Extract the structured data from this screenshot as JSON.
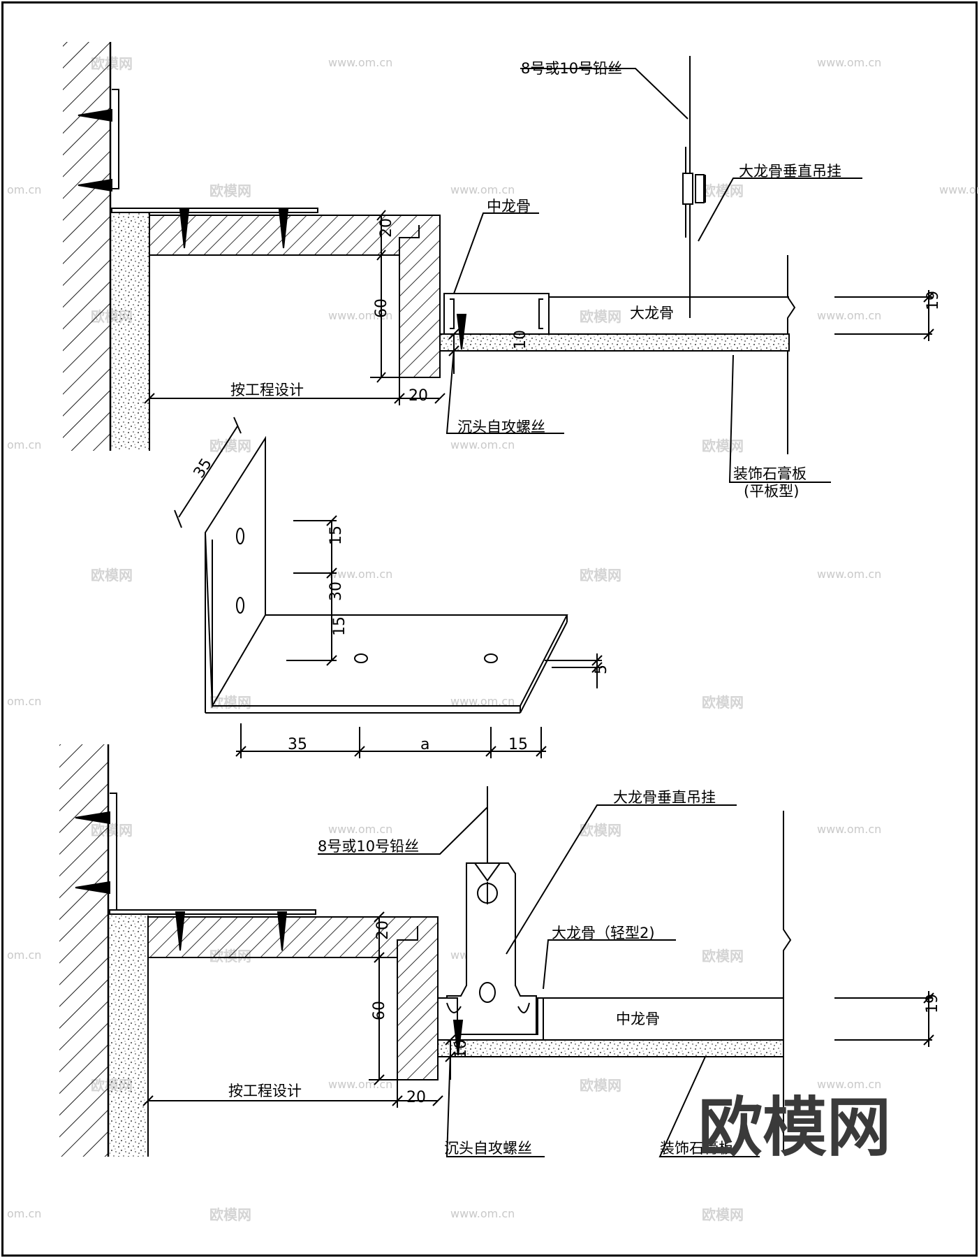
{
  "top": {
    "wire": "8号或10号铅丝",
    "hanger": "大龙骨垂直吊挂",
    "mid_keel": "中龙骨",
    "main_keel": "大龙骨",
    "design": "按工程设计",
    "screw": "沉头自攻螺丝",
    "board": "装饰石膏板",
    "board_type": "(平板型)",
    "d20a": "20",
    "d60": "60",
    "d20b": "20",
    "d10": "10",
    "d19": "19"
  },
  "bracket": {
    "d35a": "35",
    "d15a": "15",
    "d30": "30",
    "d15b": "15",
    "d5": "5",
    "d35b": "35",
    "da": "a",
    "d15c": "15"
  },
  "bottom": {
    "hanger": "大龙骨垂直吊挂",
    "wire": "8号或10号铅丝",
    "main_keel": "大龙骨（轻型2)",
    "mid_keel": "中龙骨",
    "design": "按工程设计",
    "screw": "沉头自攻螺丝",
    "board": "装饰石膏板",
    "d20a": "20",
    "d60": "60",
    "d20b": "20",
    "d10": "10",
    "d19": "19"
  },
  "watermark": {
    "brand": "欧模网",
    "url": "www.om.cn",
    "url_short": "om.cn"
  }
}
